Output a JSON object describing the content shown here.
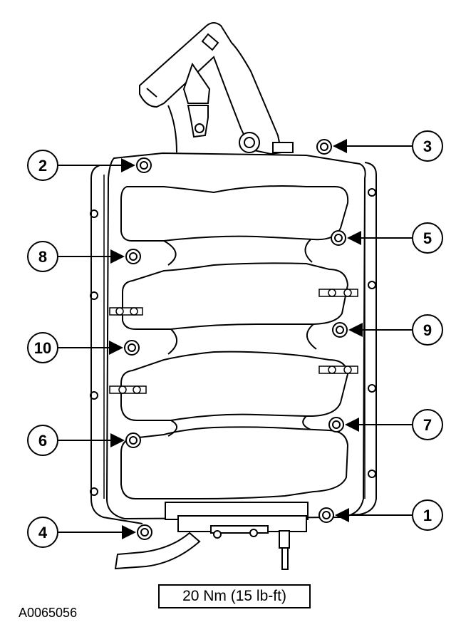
{
  "figure_id": "A0065056",
  "torque_spec": "20 Nm (15 lb-ft)",
  "callouts": [
    {
      "number": "1"
    },
    {
      "number": "2"
    },
    {
      "number": "3"
    },
    {
      "number": "4"
    },
    {
      "number": "5"
    },
    {
      "number": "6"
    },
    {
      "number": "7"
    },
    {
      "number": "8"
    },
    {
      "number": "9"
    },
    {
      "number": "10"
    }
  ],
  "colors": {
    "line": "#000000",
    "background": "#ffffff"
  }
}
